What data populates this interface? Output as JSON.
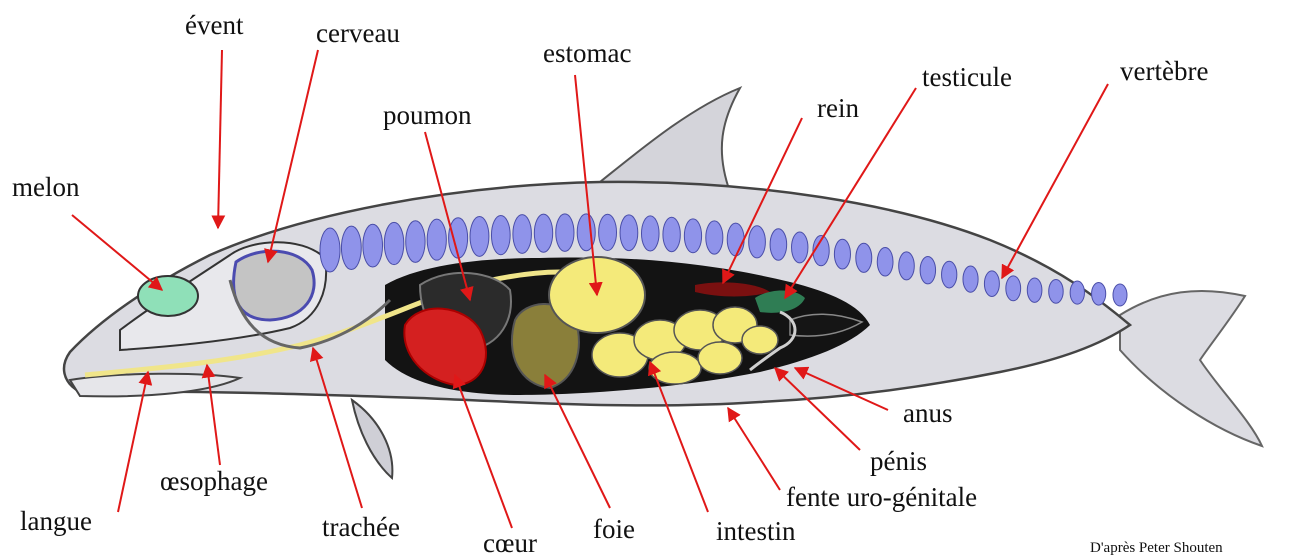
{
  "labels": {
    "event": "évent",
    "cerveau": "cerveau",
    "estomac": "estomac",
    "testicule": "testicule",
    "vertebre": "vertèbre",
    "melon": "melon",
    "poumon": "poumon",
    "rein": "rein",
    "anus": "anus",
    "penis": "pénis",
    "fente": "fente uro-génitale",
    "langue": "langue",
    "oesophage": "œsophage",
    "trachee": "trachée",
    "coeur": "cœur",
    "foie": "foie",
    "intestin": "intestin"
  },
  "credit": "D'après Peter Shouten",
  "colors": {
    "body": "#d9d9de",
    "cavity": "#111111",
    "vertebrae": "#8f93ea",
    "melon": "#8fe0b8",
    "brain": "#c4c4c4",
    "lung": "#2b2b2b",
    "heart": "#d42020",
    "liver": "#8a7f3a",
    "stomach": "#f4ea7a",
    "intestine": "#f4ea7a",
    "kidney": "#7a1010",
    "testicle": "#2f7d54",
    "esophagus": "#f0e58a",
    "leader": "#e01818"
  }
}
